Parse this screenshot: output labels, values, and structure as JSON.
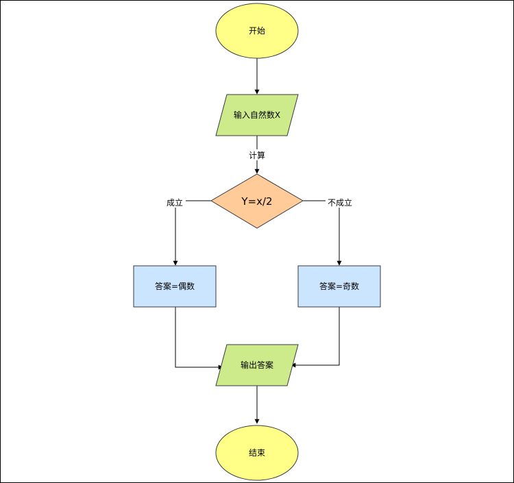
{
  "nodes": {
    "start": "开始",
    "input": "输入自然数X",
    "decision": "Y=x/2",
    "even": "答案=偶数",
    "odd": "答案=奇数",
    "output": "输出答案",
    "end": "结束"
  },
  "edges": {
    "compute": "计算",
    "true_label": "成立",
    "false_label": "不成立"
  },
  "colors": {
    "terminal_fill": "#ffff88",
    "io_fill": "#cdeb8b",
    "decision_fill": "#ffcc99",
    "process_fill": "#cce5ff",
    "stroke": "#36393d"
  }
}
